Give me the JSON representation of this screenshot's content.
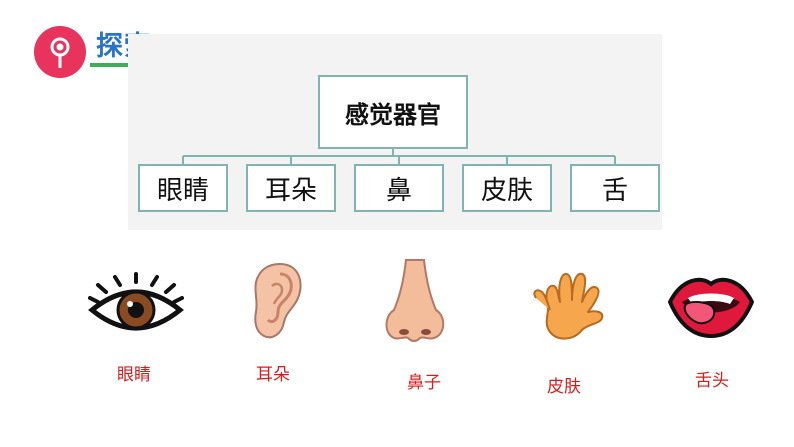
{
  "header": {
    "title": "探索",
    "badge_color": "#e8335d",
    "title_color": "#2874c8",
    "underline_colors": [
      "#3fae5a",
      "#67b7e0",
      "#f2c548",
      "#e84d4d"
    ]
  },
  "diagram": {
    "root": "感觉器官",
    "children": [
      "眼睛",
      "耳朵",
      "鼻",
      "皮肤",
      "舌"
    ],
    "border_color": "#7fb4b3"
  },
  "organs": [
    {
      "icon": "eye-icon",
      "label": "眼睛"
    },
    {
      "icon": "ear-icon",
      "label": "耳朵"
    },
    {
      "icon": "nose-icon",
      "label": "鼻子"
    },
    {
      "icon": "hand-icon",
      "label": "皮肤"
    },
    {
      "icon": "tongue-icon",
      "label": "舌头"
    }
  ],
  "label_color": "#d81c1c"
}
